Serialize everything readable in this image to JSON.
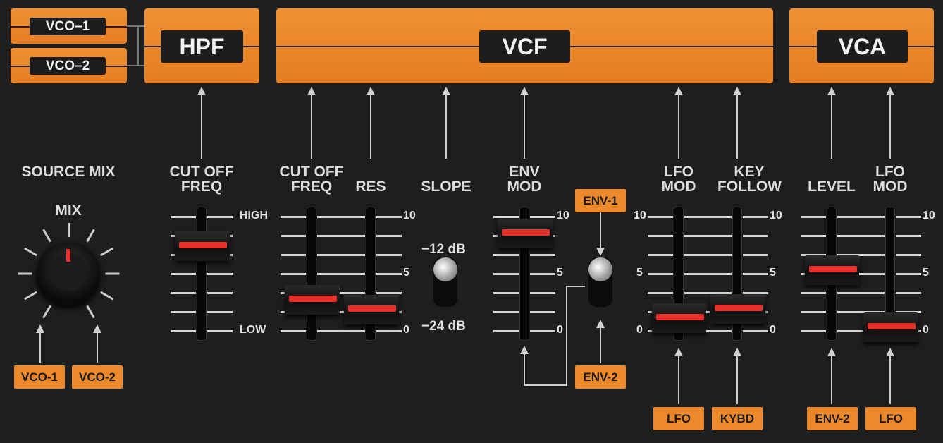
{
  "modules": {
    "vco1": "VCO–1",
    "vco2": "VCO–2",
    "hpf": "HPF",
    "vcf": "VCF",
    "vca": "VCA"
  },
  "source_mix": {
    "title": "SOURCE MIX",
    "knob_label": "MIX",
    "value_fraction": 0.5,
    "inputs": [
      "VCO-1",
      "VCO-2"
    ]
  },
  "hpf": {
    "label": "CUT OFF FREQ",
    "high": "HIGH",
    "low": "LOW",
    "value": 7.5
  },
  "vcf": {
    "cutoff": {
      "label": "CUT OFF FREQ",
      "value": 2.8
    },
    "res": {
      "label": "RES",
      "value": 1.9
    },
    "slope": {
      "label": "SLOPE",
      "up": "−12 dB",
      "down": "−24 dB",
      "selected": "−12 dB"
    },
    "env_mod": {
      "label": "ENV MOD",
      "value": 8.6
    },
    "env_select": {
      "up": "ENV-1",
      "down": "ENV-2",
      "selected": "ENV-1"
    },
    "lfo_mod": {
      "label": "LFO MOD",
      "value": 1.2,
      "source": "LFO"
    },
    "key_follow": {
      "label": "KEY FOLLOW",
      "value": 2.0,
      "source": "KYBD"
    }
  },
  "vca": {
    "level": {
      "label": "LEVEL",
      "value": 5.4,
      "source": "ENV-2"
    },
    "lfo_mod": {
      "label": "LFO MOD",
      "value": 0.4,
      "source": "LFO"
    }
  },
  "scale": {
    "max": "10",
    "mid": "5",
    "min": "0"
  },
  "colors": {
    "orange": "#ec8a2b",
    "red": "#e8302a",
    "panel": "#1e1e1e"
  }
}
